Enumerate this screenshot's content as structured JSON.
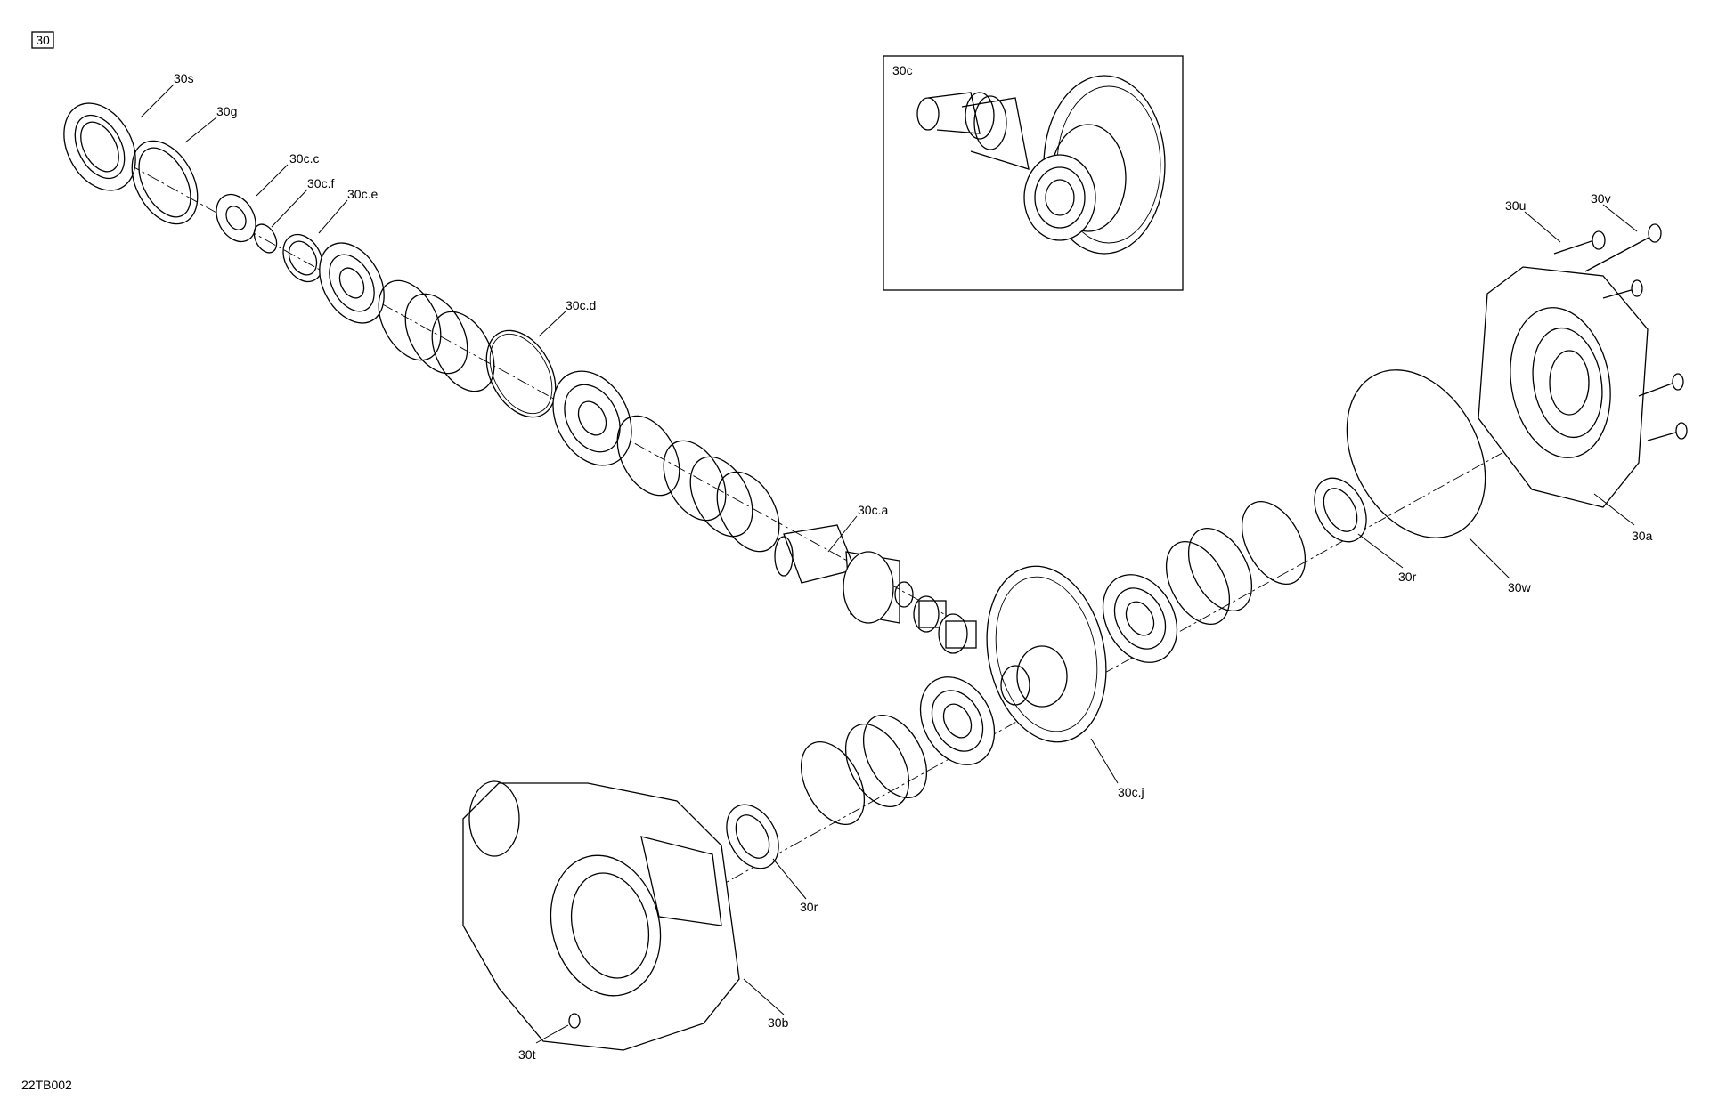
{
  "page_tag": "30",
  "figure_code": "22TB002",
  "inset_label": "30c",
  "labels": {
    "30s": "30s",
    "30g": "30g",
    "30c_c": "30c.c",
    "30c_f": "30c.f",
    "30c_e": "30c.e",
    "30c_d": "30c.d",
    "30c_a": "30c.a",
    "30c_j": "30c.j",
    "30u": "30u",
    "30v": "30v",
    "30a": "30a",
    "30r_right": "30r",
    "30w": "30w",
    "30r_left": "30r",
    "30b": "30b",
    "30t": "30t"
  }
}
